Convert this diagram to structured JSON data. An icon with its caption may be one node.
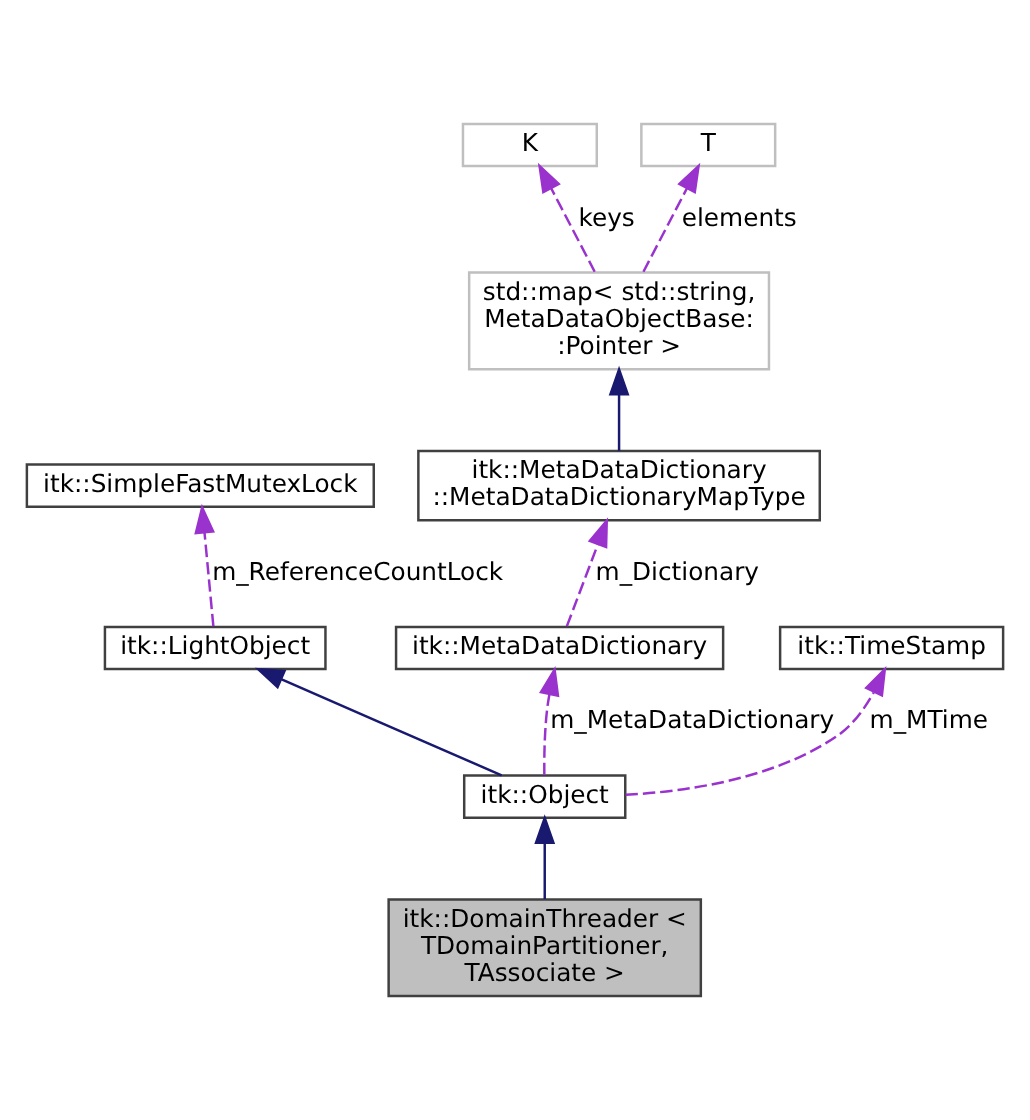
{
  "diagram": {
    "nodes": [
      {
        "text": [
          "K"
        ]
      },
      {
        "text": [
          "T"
        ]
      },
      {
        "text": [
          "std::map< std::string, MetaDataObjectBase: :Pointer >"
        ]
      },
      {
        "text": [
          "itk::SimpleFastMutexLock"
        ]
      },
      {
        "text": [
          "itk::MetaDataDictionary ::MetaDataDictionaryMapType"
        ]
      },
      {
        "text": [
          "itk::LightObject"
        ]
      },
      {
        "text": [
          "itk::MetaDataDictionary"
        ]
      },
      {
        "text": [
          "itk::TimeStamp"
        ]
      },
      {
        "text": [
          "itk::Object"
        ]
      },
      {
        "text": [
          "itk::DomainThreader < TDomainPartitioner, TAssociate >"
        ]
      }
    ],
    "edges": [
      {
        "from": 2,
        "to": 0,
        "arrow": "to",
        "label": "keys",
        "style": "dashed"
      },
      {
        "from": 2,
        "to": 1,
        "arrow": "to",
        "label": "elements",
        "style": "dashed"
      },
      {
        "from": 4,
        "to": 2,
        "arrow": "to",
        "color": "#191970"
      },
      {
        "from": 5,
        "to": 3,
        "arrow": "to",
        "label": "m_ReferenceCountLock",
        "style": "dashed"
      },
      {
        "from": 6,
        "to": 4,
        "arrow": "to",
        "label": "m_Dictionary",
        "style": "dashed"
      },
      {
        "from": 8,
        "to": 5,
        "arrow": "to",
        "color": "#191970"
      },
      {
        "from": 8,
        "to": 6,
        "arrow": "to",
        "label": "m_MetaDataDictionary",
        "style": "dashed"
      },
      {
        "from": 8,
        "to": 7,
        "arrow": "to",
        "label": "m_MTime",
        "style": "dashed"
      },
      {
        "from": 9,
        "to": 8,
        "arrow": "to",
        "color": "#191970"
      }
    ]
  }
}
